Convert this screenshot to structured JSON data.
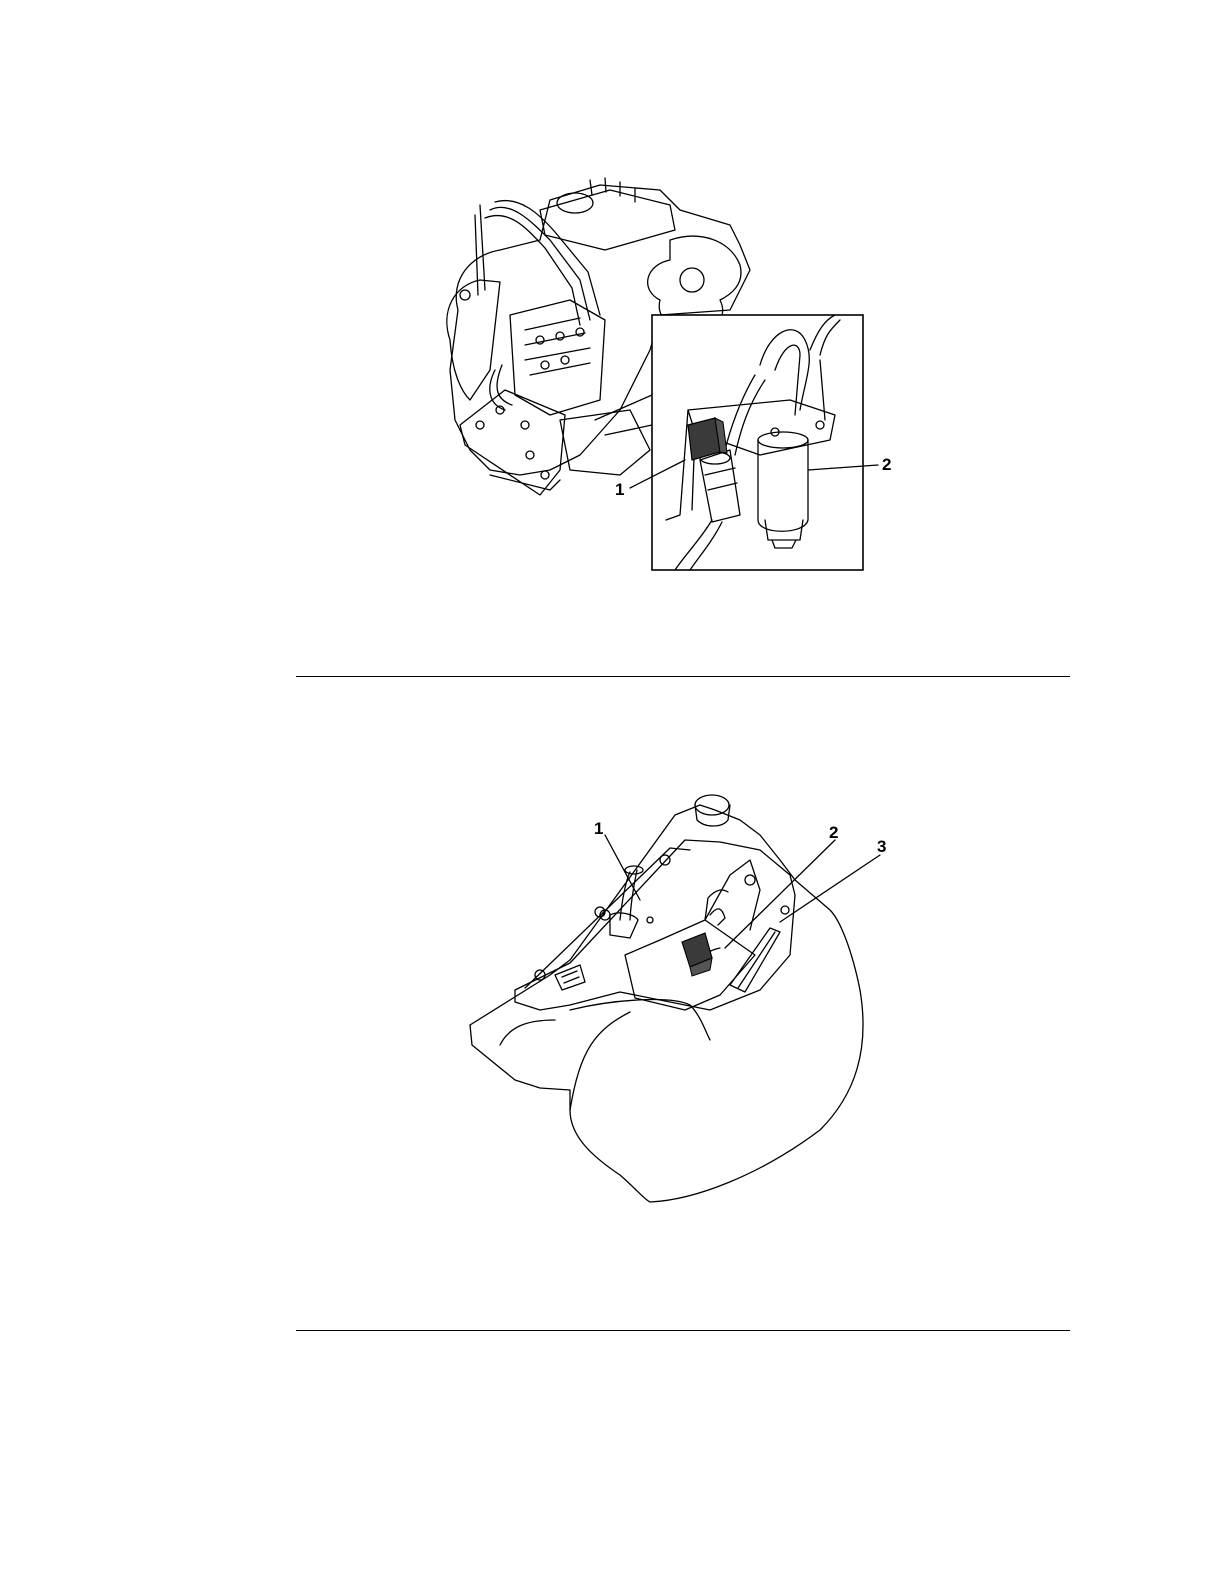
{
  "figure1": {
    "callouts": [
      {
        "label": "1"
      },
      {
        "label": "2"
      }
    ]
  },
  "figure2": {
    "callouts": [
      {
        "label": "1"
      },
      {
        "label": "2"
      },
      {
        "label": "3"
      }
    ]
  },
  "colors": {
    "line": "#000000",
    "component_fill": "#3a3a3a",
    "background": "#ffffff"
  }
}
